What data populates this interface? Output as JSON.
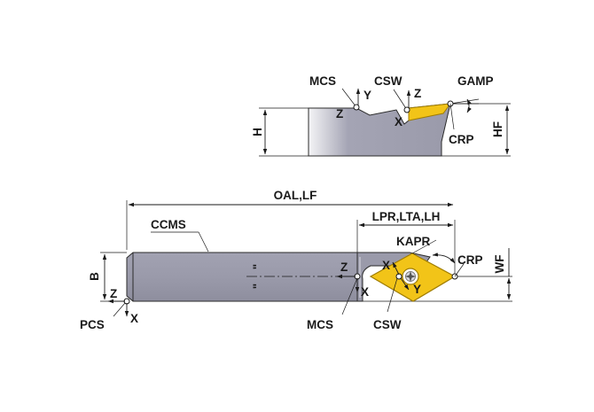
{
  "side_view": {
    "labels": {
      "mcs": "MCS",
      "csw": "CSW",
      "gamp": "GAMP",
      "crp": "CRP",
      "h": "H",
      "hf": "HF",
      "axis_y": "Y",
      "axis_z_mcs": "Z",
      "axis_z_csw": "Z",
      "axis_x_csw": "X"
    }
  },
  "top_view": {
    "labels": {
      "oal_lf": "OAL,LF",
      "lpr_lta_lh": "LPR,LTA,LH",
      "ccms": "CCMS",
      "kapr": "KAPR",
      "crp": "CRP",
      "wf": "WF",
      "b": "B",
      "pcs": "PCS",
      "mcs": "MCS",
      "csw": "CSW",
      "axis_z_pcs": "Z",
      "axis_x_pcs": "X",
      "axis_z_mcs": "Z",
      "axis_x_mcs": "X",
      "axis_x_csw": "X",
      "axis_y_csw": "Y",
      "quote_mark": "\""
    }
  },
  "colors": {
    "body_gray": "#9a9aaa",
    "body_light": "#f2f2f4",
    "insert_yellow": "#f2c418",
    "insert_outline": "#a07d00",
    "line": "#1a1a1a"
  }
}
